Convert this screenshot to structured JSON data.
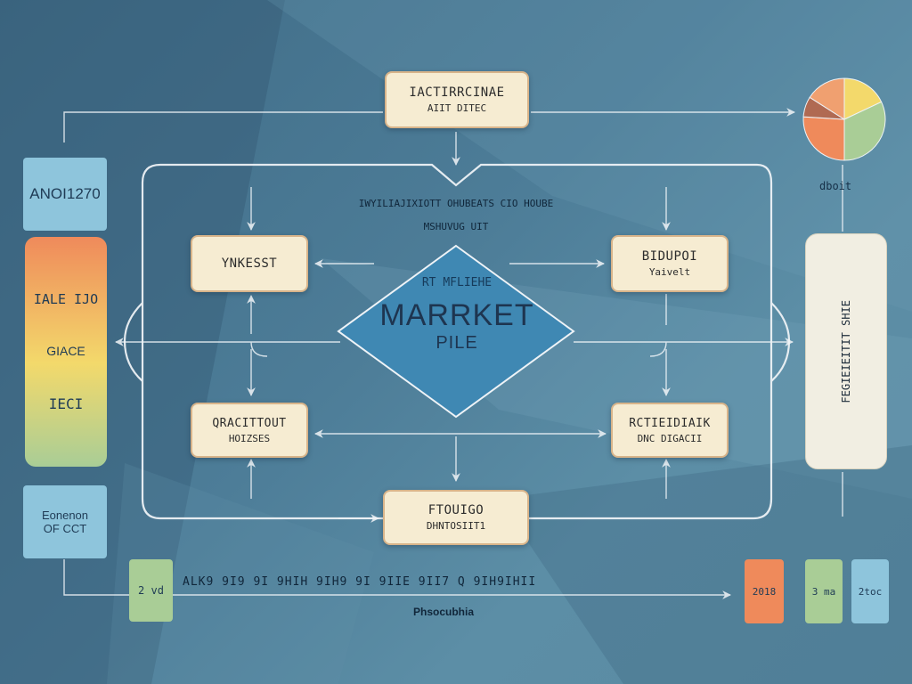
{
  "colors": {
    "box_fill": "#f6ecd2",
    "box_border": "#d8b48a",
    "line": "#f2f5f8",
    "diamond": "#3f88b3",
    "orange": "#ef8a5b",
    "green": "#a9cd96",
    "blue": "#8ec5dc",
    "yellow": "#f3d96b"
  },
  "top_box": {
    "line1": "IACTIRRCINAE",
    "line2": "AIIT DITEC"
  },
  "center_caption": {
    "line1": "IWYILIAJIXIOTT  OHUBEATS CIO HOUBE",
    "line2": "MSHUVUG UIT"
  },
  "diamond": {
    "small": "RT MFLIEHE",
    "big": "MARRKET",
    "sub": "PILE"
  },
  "box_tl": {
    "line1": "YNKESST"
  },
  "box_tr": {
    "line1": "BIDUPOI",
    "line2": "Yaivelt"
  },
  "box_bl": {
    "line1": "QRACITTOUT",
    "line2": "HOIZSES"
  },
  "box_br": {
    "line1": "RCTIEIDIAIK",
    "line2": "DNC DIGACII"
  },
  "box_bottom": {
    "line1": "FTOUIGO",
    "line2": "DHNTOSIIT1"
  },
  "left_top_tile": "ANOI1270",
  "left_bar": {
    "line1": "IALE IJO",
    "line2": "GIACE",
    "line3": "IECI"
  },
  "left_bottom_tile": {
    "line1": "Eonenon",
    "line2": "OF CCT"
  },
  "pie_label": "dboit",
  "pie_slices": [
    {
      "name": "yellow",
      "value": 0.18,
      "color": "#f3d96b"
    },
    {
      "name": "green",
      "value": 0.32,
      "color": "#a9cd96"
    },
    {
      "name": "orange",
      "value": 0.26,
      "color": "#ef8a5b"
    },
    {
      "name": "brown",
      "value": 0.08,
      "color": "#b06a52"
    },
    {
      "name": "peach",
      "value": 0.16,
      "color": "#f0a070"
    }
  ],
  "right_panel": "FEGIEIEITIT SHIE",
  "bottom_left_tile": "2 vd",
  "bottom_text": "ALK9 9I9 9I 9HIH 9IH9    9I  9IIE 9II7 Q 9IH9IHII",
  "bottom_caption": "Phsocubhia",
  "bottom_right_tiles": [
    {
      "label": "2018",
      "color": "#ef8a5b"
    },
    {
      "label": "3 ma",
      "color": "#a9cd96"
    },
    {
      "label": "2toc",
      "color": "#8ec5dc"
    }
  ]
}
